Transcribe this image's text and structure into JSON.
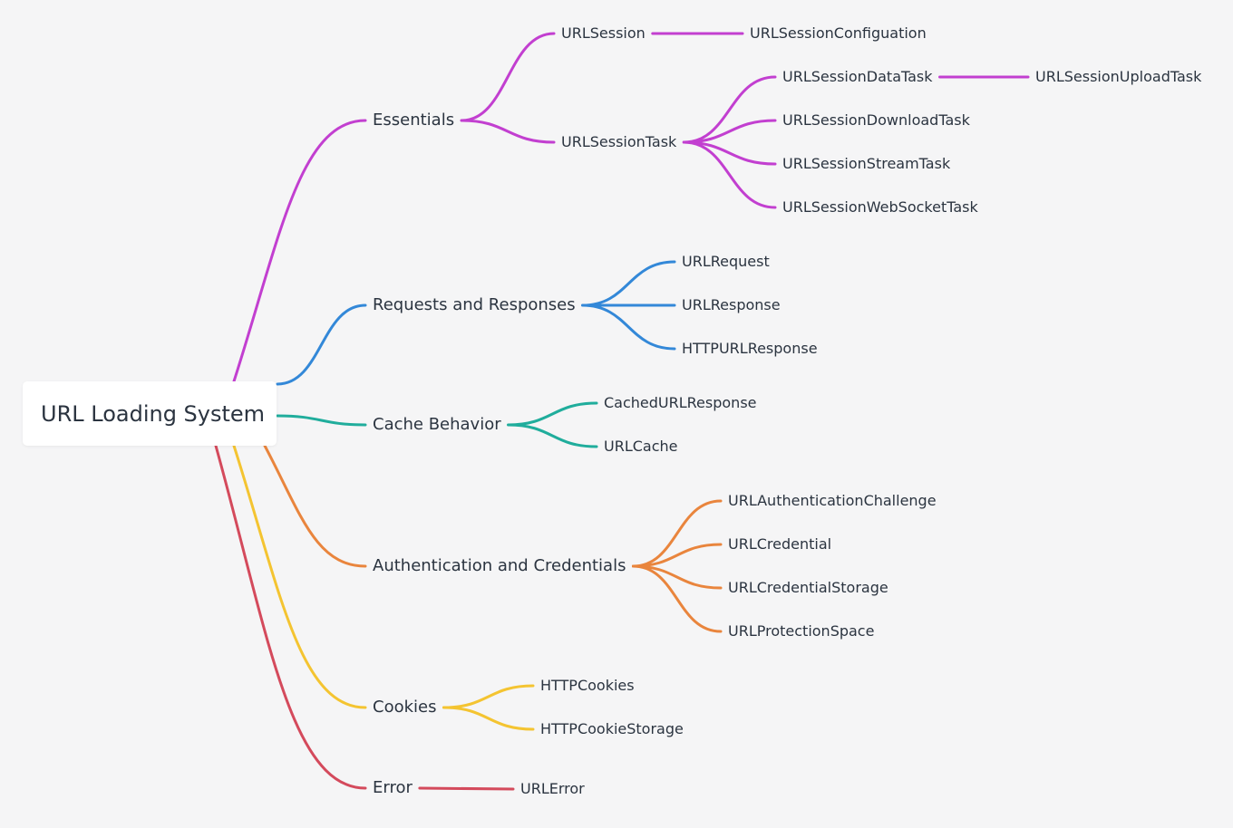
{
  "root": {
    "label": "URL Loading System"
  },
  "branches": [
    {
      "label": "Essentials",
      "color": "#c23fd0",
      "children": [
        {
          "label": "URLSession",
          "children": [
            {
              "label": "URLSessionConfiguation",
              "children": []
            }
          ]
        },
        {
          "label": "URLSessionTask",
          "children": [
            {
              "label": "URLSessionDataTask",
              "children": [
                {
                  "label": "URLSessionUploadTask",
                  "children": []
                }
              ]
            },
            {
              "label": "URLSessionDownloadTask",
              "children": []
            },
            {
              "label": "URLSessionStreamTask",
              "children": []
            },
            {
              "label": "URLSessionWebSocketTask",
              "children": []
            }
          ]
        }
      ]
    },
    {
      "label": "Requests and Responses",
      "color": "#3388d8",
      "children": [
        {
          "label": "URLRequest",
          "children": []
        },
        {
          "label": "URLResponse",
          "children": []
        },
        {
          "label": "HTTPURLResponse",
          "children": []
        }
      ]
    },
    {
      "label": "Cache Behavior",
      "color": "#20ad9c",
      "children": [
        {
          "label": "CachedURLResponse",
          "children": []
        },
        {
          "label": "URLCache",
          "children": []
        }
      ]
    },
    {
      "label": "Authentication and Credentials",
      "color": "#e9853d",
      "children": [
        {
          "label": "URLAuthenticationChallenge",
          "children": []
        },
        {
          "label": "URLCredential",
          "children": []
        },
        {
          "label": "URLCredentialStorage",
          "children": []
        },
        {
          "label": "URLProtectionSpace",
          "children": []
        }
      ]
    },
    {
      "label": "Cookies",
      "color": "#f4c431",
      "children": [
        {
          "label": "HTTPCookies",
          "children": []
        },
        {
          "label": "HTTPCookieStorage",
          "children": []
        }
      ]
    },
    {
      "label": "Error",
      "color": "#d44a5c",
      "children": [
        {
          "label": "URLError",
          "children": []
        }
      ]
    }
  ]
}
